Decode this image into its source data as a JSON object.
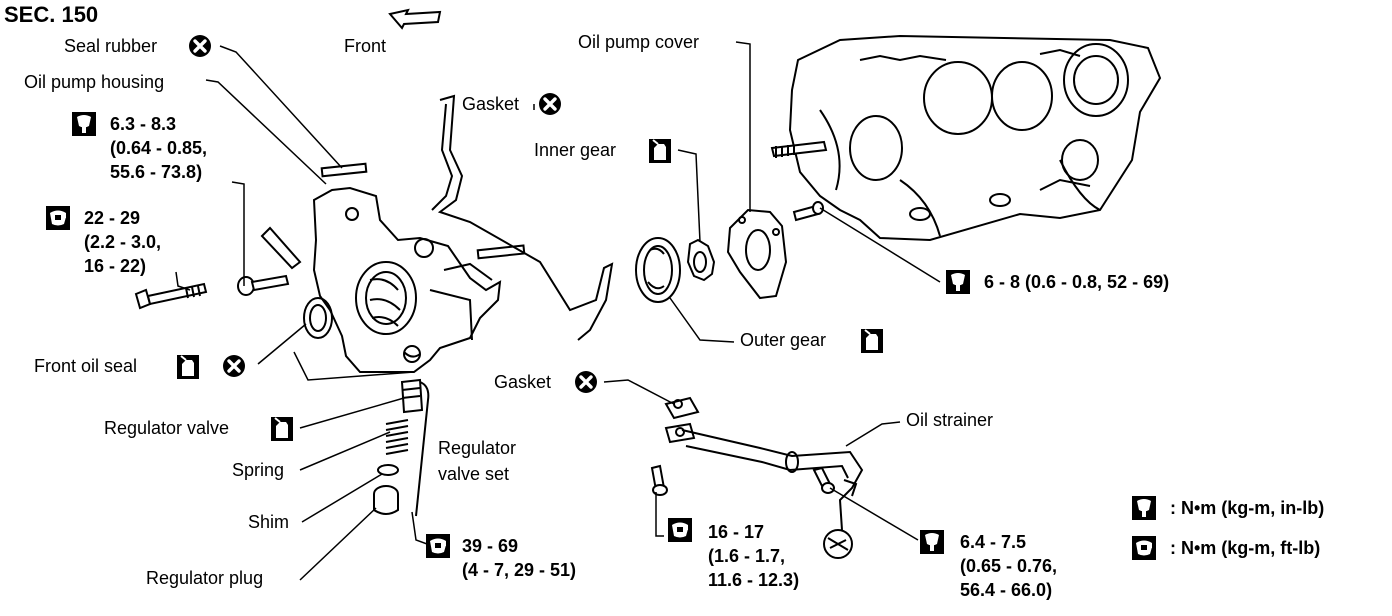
{
  "section": "SEC. 150",
  "front_label": "Front",
  "labels": {
    "seal_rubber": "Seal rubber",
    "oil_pump_housing": "Oil pump housing",
    "gasket_top": "Gasket",
    "inner_gear": "Inner gear",
    "oil_pump_cover": "Oil pump cover",
    "outer_gear": "Outer gear",
    "front_oil_seal": "Front oil seal",
    "regulator_valve": "Regulator valve",
    "regulator_valve_set_1": "Regulator",
    "regulator_valve_set_2": "valve set",
    "spring": "Spring",
    "shim": "Shim",
    "regulator_plug": "Regulator plug",
    "gasket_bottom": "Gasket",
    "oil_strainer": "Oil strainer"
  },
  "torques": {
    "t1": [
      "6.3 - 8.3",
      "(0.64 - 0.85,",
      "55.6 - 73.8)"
    ],
    "t2": [
      "22 - 29",
      "(2.2 - 3.0,",
      "16 - 22)"
    ],
    "t3": [
      "6 - 8 (0.6 - 0.8, 52 - 69)"
    ],
    "t4": [
      "39 - 69",
      "(4 - 7, 29 - 51)"
    ],
    "t5": [
      "16 - 17",
      "(1.6 - 1.7,",
      "11.6 - 12.3)"
    ],
    "t6": [
      "6.4 - 7.5",
      "(0.65 - 0.76,",
      "56.4 - 66.0)"
    ]
  },
  "legend": {
    "inlb": ": N•m (kg-m, in-lb)",
    "ftlb": ": N•m (kg-m, ft-lb)"
  },
  "icons": {
    "replace": "do-not-reuse-icon",
    "oil": "apply-oil-icon",
    "torque_inlb": "torque-wrench-inlb-icon",
    "torque_ftlb": "torque-wrench-ftlb-icon"
  }
}
